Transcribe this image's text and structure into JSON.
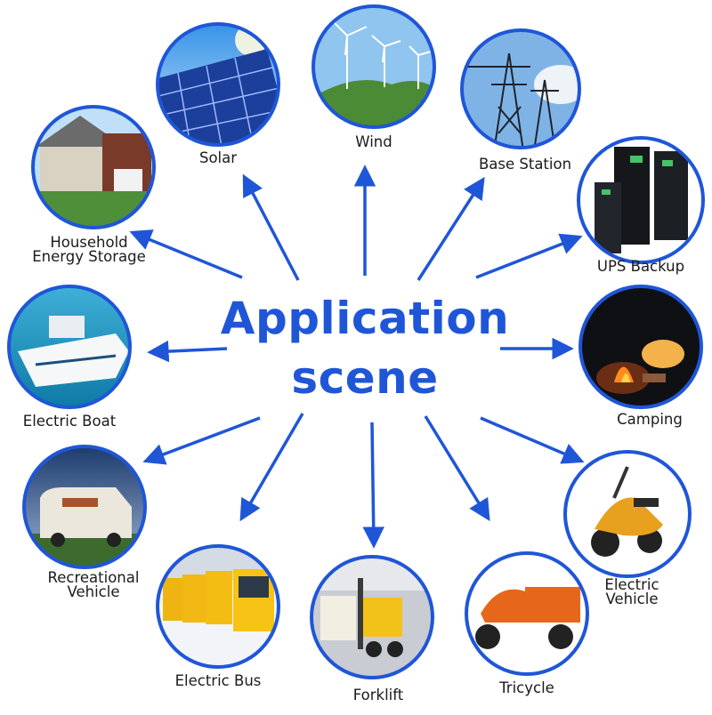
{
  "title": {
    "line1": "Application",
    "line2": "scene"
  },
  "colors": {
    "accent": "#1f56d8",
    "ring": "#1f56d8"
  },
  "scenes": [
    {
      "key": "solar",
      "label": "Solar",
      "icon": "solar-panel-photo"
    },
    {
      "key": "wind",
      "label": "Wind",
      "icon": "wind-turbine-photo"
    },
    {
      "key": "base-station",
      "label": "Base Station",
      "icon": "power-tower-photo"
    },
    {
      "key": "ups",
      "label": "UPS Backup",
      "icon": "ups-cabinet-photo"
    },
    {
      "key": "camping",
      "label": "Camping",
      "icon": "campfire-photo"
    },
    {
      "key": "electric-vehicle",
      "label": "Electric\nVehicle",
      "icon": "scooter-photo"
    },
    {
      "key": "tricycle",
      "label": "Tricycle",
      "icon": "tricycle-photo"
    },
    {
      "key": "forklift",
      "label": "Forklift",
      "icon": "forklift-photo"
    },
    {
      "key": "electric-bus",
      "label": "Electric Bus",
      "icon": "bus-photo"
    },
    {
      "key": "rv",
      "label": "Recreational\nVehicle",
      "icon": "rv-photo"
    },
    {
      "key": "boat",
      "label": "Electric Boat",
      "icon": "boat-photo"
    },
    {
      "key": "household",
      "label": "Household\nEnergy Storage",
      "icon": "house-photo"
    }
  ]
}
